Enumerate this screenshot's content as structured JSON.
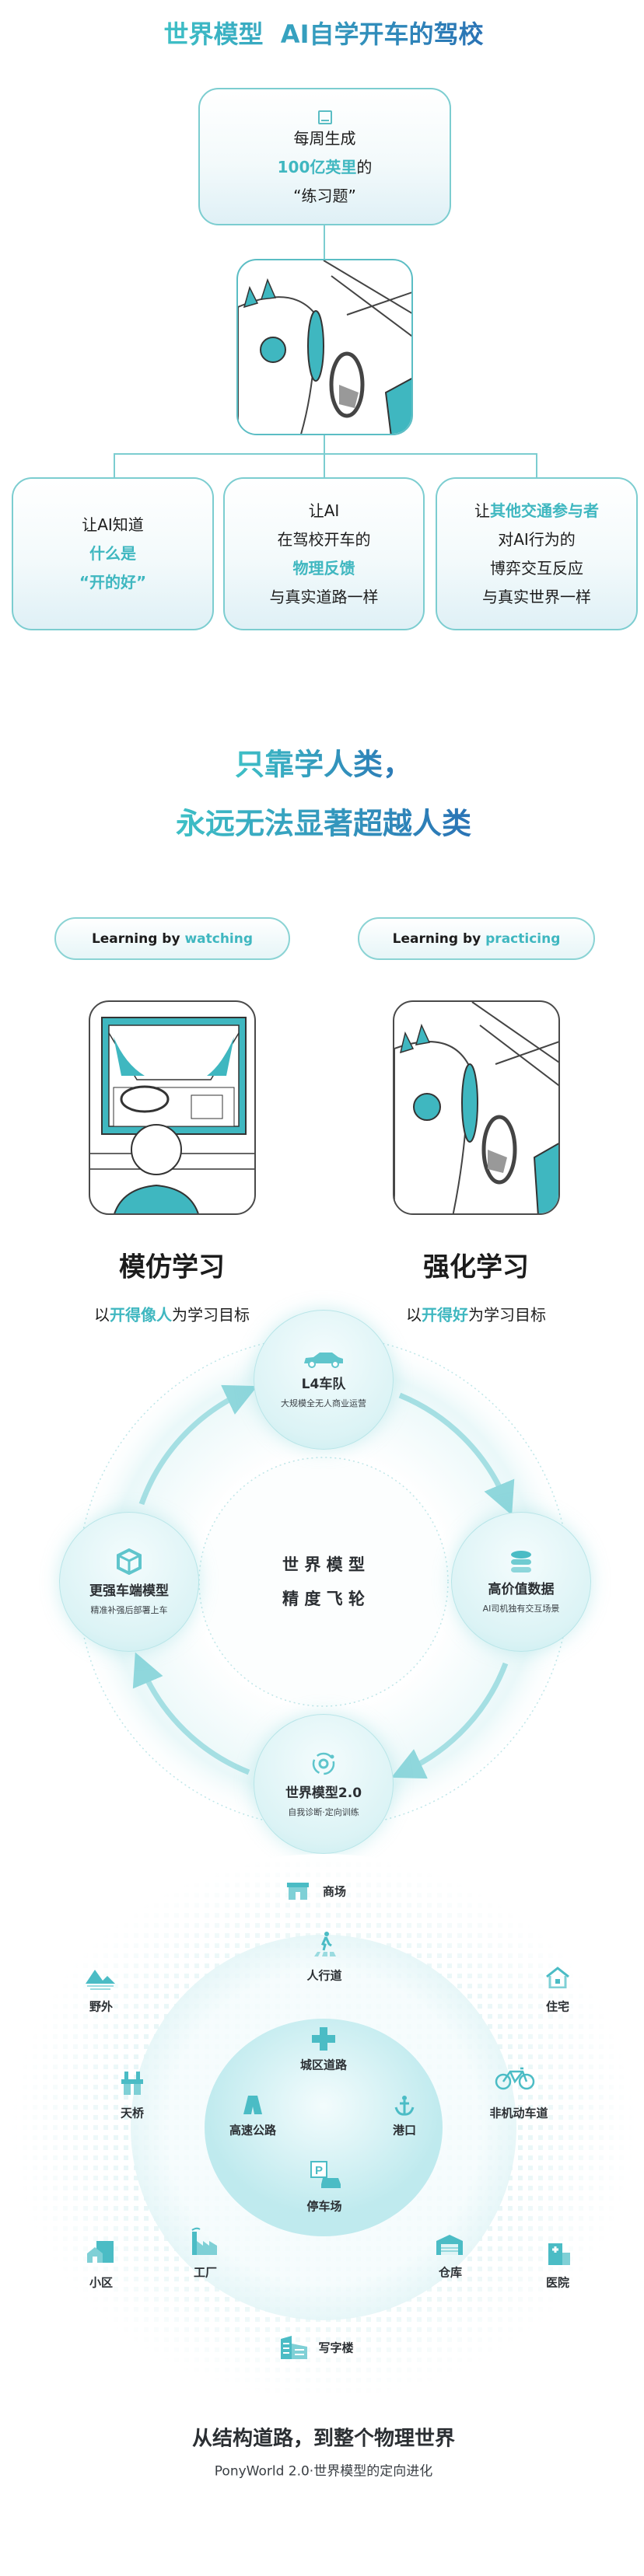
{
  "section1": {
    "title_a": "世界模型",
    "title_b": "AI自学开车的驾校",
    "top_box": {
      "line1": "每周生成",
      "highlight": "100亿英里",
      "line2_tail": "的",
      "line3": "“练习题”"
    },
    "boxes": [
      {
        "line1": "让AI知道",
        "hl1": "什么是",
        "hl2": "“开的好”"
      },
      {
        "line1": "让AI",
        "line2": "在驾校开车的",
        "hl": "物理反馈",
        "line4": "与真实道路一样"
      },
      {
        "pre": "让",
        "hl": "其他交通参与者",
        "line2": "对AI行为的",
        "line3": "博弈交互反应",
        "line4": "与真实世界一样"
      }
    ]
  },
  "section2": {
    "title_line1": "只靠学人类，",
    "title_line2": "永远无法显著超越人类",
    "left": {
      "pill_pre": "Learning by ",
      "pill_hl": "watching",
      "name": "模仿学习",
      "sub_pre": "以",
      "sub_hl": "开得像人",
      "sub_post": "为学习目标"
    },
    "right": {
      "pill_pre": "Learning by ",
      "pill_hl": "practicing",
      "name": "强化学习",
      "sub_pre": "以",
      "sub_hl": "开得好",
      "sub_post": "为学习目标"
    }
  },
  "flywheel": {
    "center_line1": "世 界 模 型",
    "center_line2": "精 度 飞 轮",
    "nodes": [
      {
        "title": "L4车队",
        "sub": "大规模全无人商业运营",
        "icon": "car-icon"
      },
      {
        "title": "高价值数据",
        "sub": "AI司机独有交互场景",
        "icon": "database-icon"
      },
      {
        "title": "世界模型2.0",
        "sub": "自我诊断·定向训练",
        "icon": "orbit-icon"
      },
      {
        "title": "更强车端模型",
        "sub": "精准补强后部署上车",
        "icon": "cube-icon"
      }
    ]
  },
  "world": {
    "inner": [
      "城区道路",
      "高速公路",
      "港口",
      "停车场"
    ],
    "outer": [
      "商场",
      "人行道",
      "野外",
      "住宅",
      "天桥",
      "非机动车道",
      "小区",
      "工厂",
      "仓库",
      "医院",
      "写字楼"
    ],
    "title": "从结构道路，到整个物理世界",
    "subtitle": "PonyWorld 2.0·世界模型的定向进化"
  },
  "colors": {
    "accent": "#3fb7c0",
    "accent_blue": "#2a73b5",
    "border": "#7ccdd0"
  }
}
